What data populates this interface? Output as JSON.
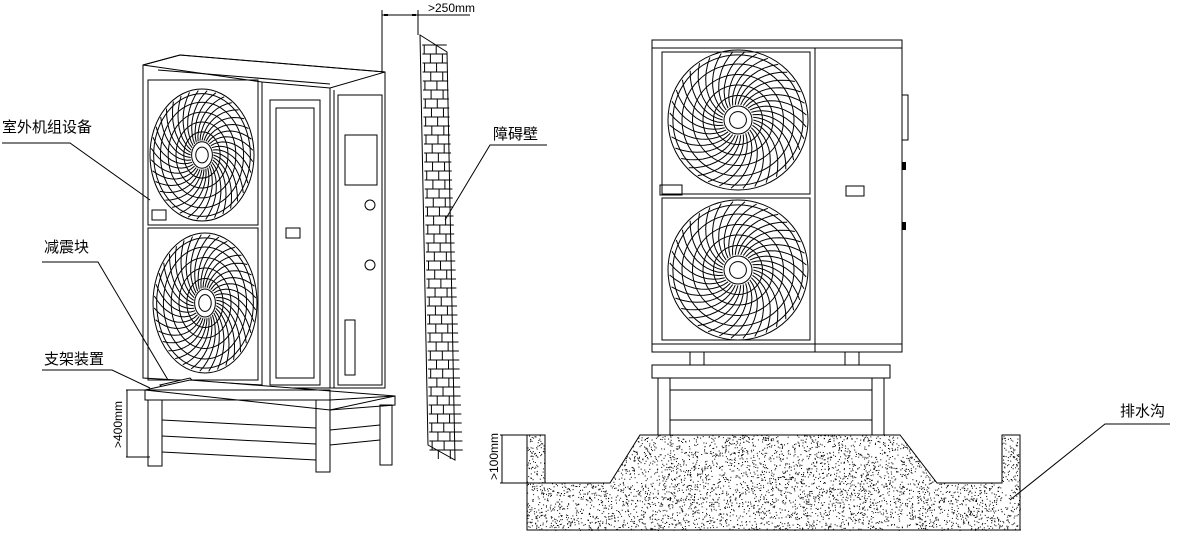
{
  "labels": {
    "outdoor_unit": "室外机组设备",
    "damper": "减震块",
    "bracket": "支架装置",
    "obstacle_wall": "障碍壁",
    "drain_ditch": "排水沟"
  },
  "dimensions": {
    "wall_clearance": ">250mm",
    "stand_height": ">400mm",
    "base_height": ">100mm"
  },
  "colors": {
    "line": "#000000",
    "background": "#ffffff"
  }
}
